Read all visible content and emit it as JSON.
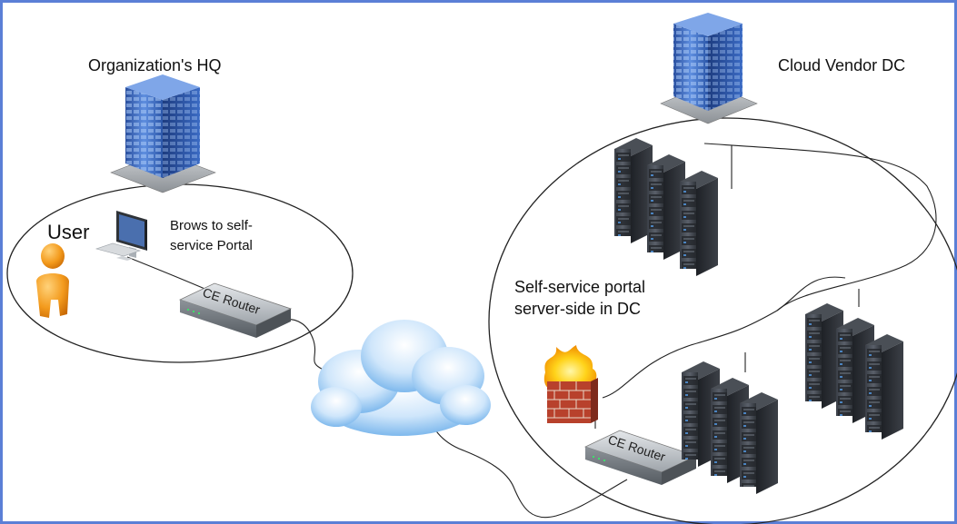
{
  "frame_color": "#5b7fd6",
  "hq": {
    "title": "Organization's HQ"
  },
  "dc": {
    "title": "Cloud Vendor DC"
  },
  "user_label": "User",
  "browse_note": {
    "line1": "Brows to self-",
    "line2": "service Portal"
  },
  "portal_note": {
    "line1": "Self-service portal",
    "line2": "server-side in DC"
  },
  "router_label": "CE Router",
  "icons": {
    "building": "office-building-icon",
    "user": "user-person-icon",
    "computer": "desktop-computer-icon",
    "router": "network-router-icon",
    "cloud": "internet-cloud-icon",
    "firewall": "firewall-icon",
    "server_rack": "server-rack-icon"
  }
}
